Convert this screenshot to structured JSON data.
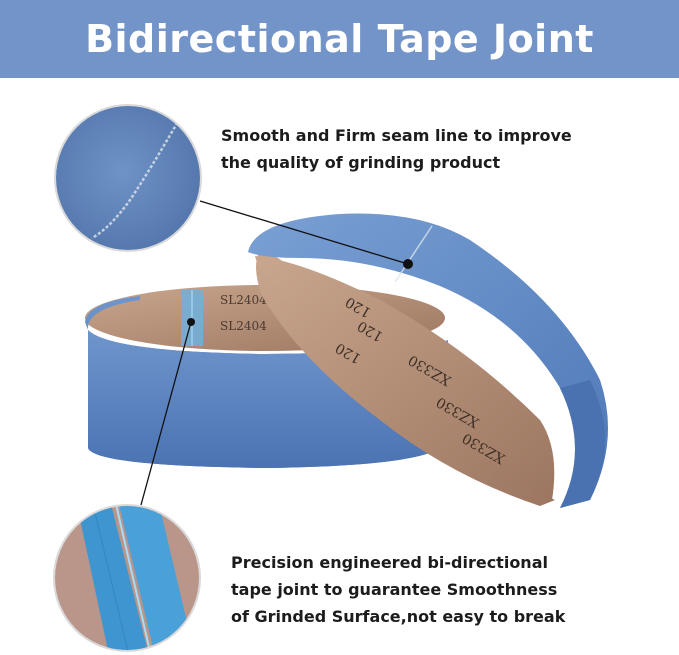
{
  "banner": {
    "title": "Bidirectional Tape Joint",
    "background": "#7394c8"
  },
  "callouts": {
    "top": {
      "lines": [
        "Smooth and Firm seam line to improve",
        "the quality of grinding product"
      ]
    },
    "bottom": {
      "lines": [
        "Precision engineered bi-directional",
        "tape joint to guarantee Smoothness",
        "of Grinded Surface,not easy to break"
      ]
    }
  },
  "belt_print": {
    "left_belt": [
      "SL2404",
      "SL2404"
    ],
    "right_belt": [
      "XZ330",
      "XZ330",
      "XZ330",
      "120",
      "120",
      "120"
    ]
  },
  "colors": {
    "belt_blue": "#5a82be",
    "belt_back": "#b58f78",
    "banner_text": "#ffffff"
  }
}
